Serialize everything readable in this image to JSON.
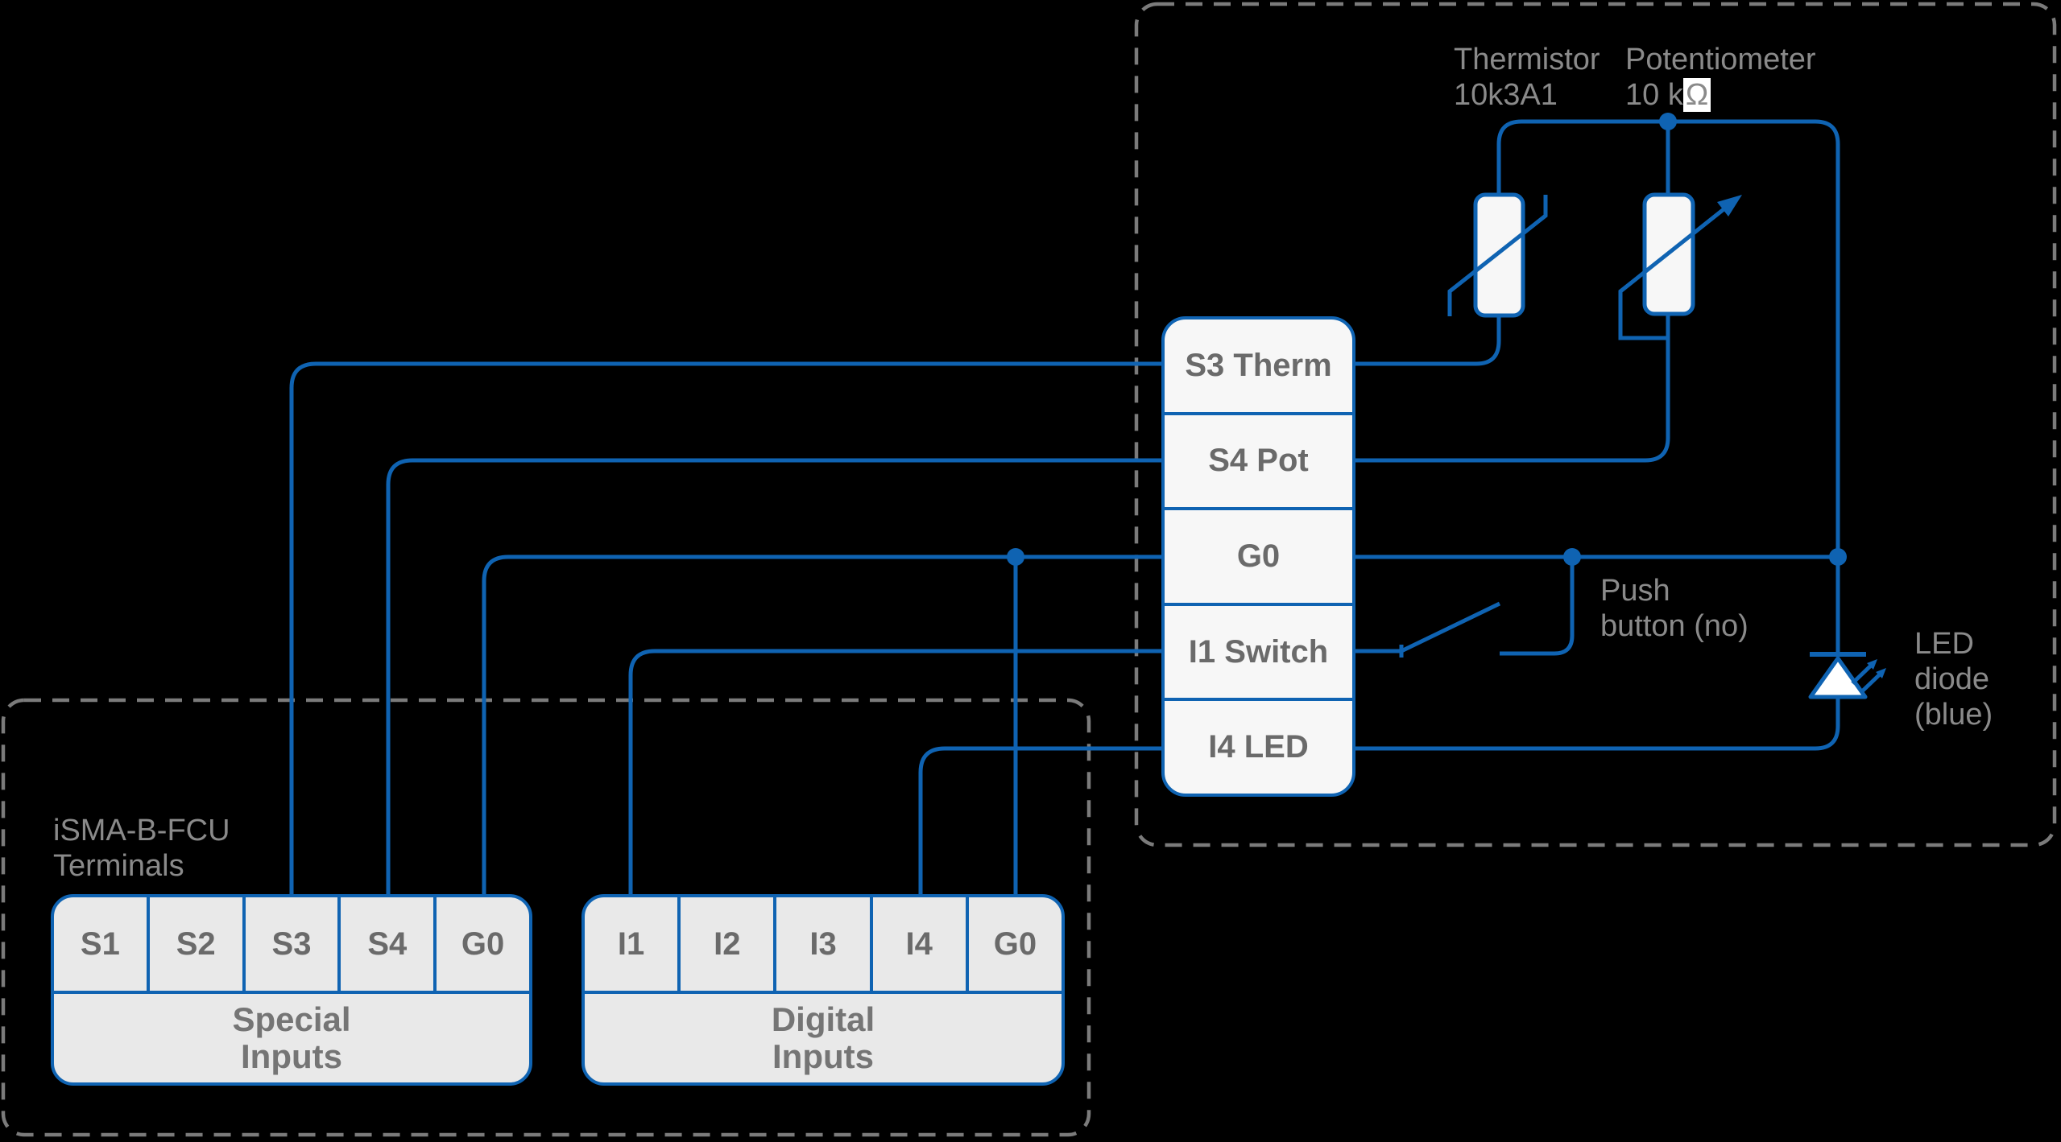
{
  "colors": {
    "wire_blue": "#0f63b2",
    "caption_gray": "#8a8a8a",
    "label_gray": "#6a6a6a",
    "group_label_gray": "#757575",
    "dash_gray": "#7b7b7b",
    "block_fill": "#f7f7f7",
    "cell_fill": "#e9e9e9"
  },
  "terminal_block": {
    "rows": [
      "S3 Therm",
      "S4 Pot",
      "G0",
      "I1 Switch",
      "I4 LED"
    ]
  },
  "special_inputs": {
    "cells": [
      "S1",
      "S2",
      "S3",
      "S4",
      "G0"
    ],
    "label_line1": "Special",
    "label_line2": "Inputs"
  },
  "digital_inputs": {
    "cells": [
      "I1",
      "I2",
      "I3",
      "I4",
      "G0"
    ],
    "label_line1": "Digital",
    "label_line2": "Inputs"
  },
  "labels": {
    "device_line1": "iSMA-B-FCU",
    "device_line2": "Terminals",
    "thermistor_line1": "Thermistor",
    "thermistor_line2": "10k3A1",
    "potentiometer_line1": "Potentiometer",
    "potentiometer_value_prefix": "10 k",
    "potentiometer_omega": "Ω",
    "push_button_line1": "Push",
    "push_button_line2": "button (no)",
    "led_line1": "LED",
    "led_line2": "diode",
    "led_line3": "(blue)"
  }
}
